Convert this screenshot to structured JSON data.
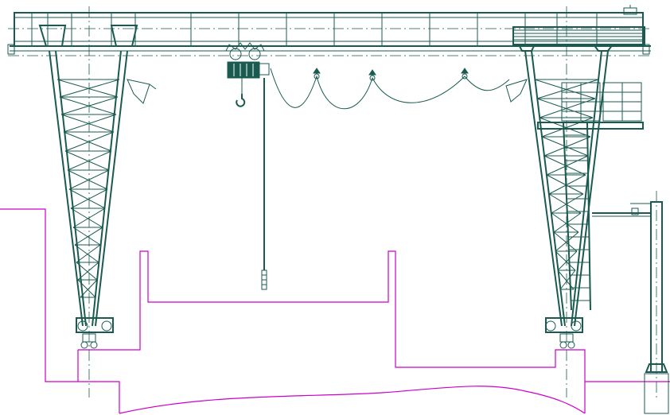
{
  "drawing": {
    "colors": {
      "background": "#ffffff",
      "line": "#1a5a50",
      "foundation": "#cc00cc"
    },
    "components": [
      {
        "id": "main-girder"
      },
      {
        "id": "left-leg"
      },
      {
        "id": "right-leg"
      },
      {
        "id": "electric-hoist"
      },
      {
        "id": "hoist-hook"
      },
      {
        "id": "cable-festoon"
      },
      {
        "id": "access-platform"
      },
      {
        "id": "access-ladder"
      },
      {
        "id": "jib-crane"
      },
      {
        "id": "foundation-outline"
      }
    ]
  }
}
